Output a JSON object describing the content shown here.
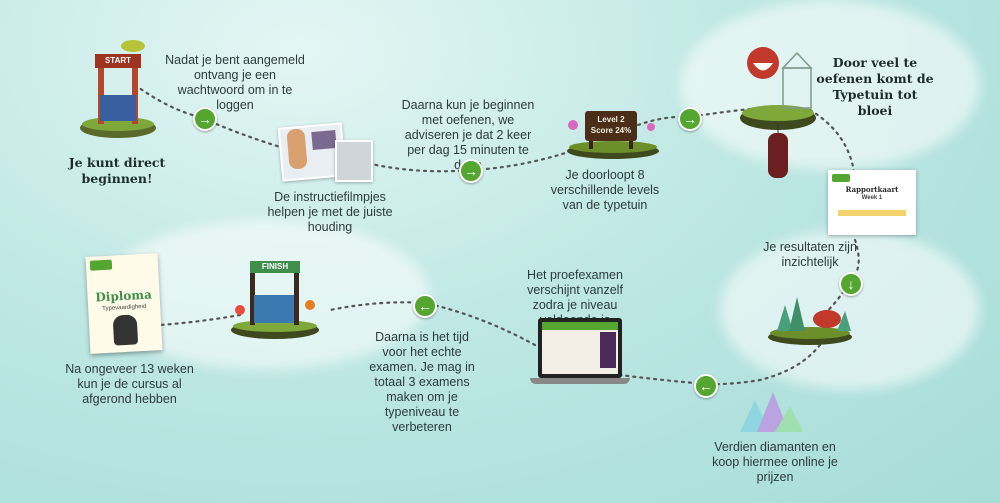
{
  "steps": {
    "start_label": "START",
    "step1": "Nadat je bent aangemeld ontvang je een wachtwoord om in te loggen",
    "start_caption": "Je kunt direct beginnen!",
    "step2": "De instructiefilmpjes helpen je met de juiste houding",
    "step3": "Daarna kun je beginnen met oefenen, we adviseren je dat 2 keer per dag 15 minuten te doen",
    "level_sign_line1": "Level 2",
    "level_sign_line2": "Score 24%",
    "step4": "Je doorloopt 8 verschillende levels van de typetuin",
    "bloom_caption": "Door veel te oefenen komt de Typetuin tot bloei",
    "report_title": "Rapportkaart",
    "report_week": "Week 1",
    "step5": "Je resultaten zijn inzichtelijk",
    "step6": "Verdien diamanten en koop hiermee online je prijzen",
    "step7": "Het proefexamen verschijnt vanzelf zodra je niveau voldoende is",
    "step8": "Daarna is het tijd voor het echte examen. Je mag in totaal 3 examens maken om je typeniveau te verbeteren",
    "finish_label": "FINISH",
    "diploma_title": "Diploma",
    "diploma_subtitle": "Typevaardigheid",
    "step9": "Na ongeveer 13 weken kun je de cursus al afgerond hebben"
  },
  "colors": {
    "arrow": "#55a630",
    "path": "#555555",
    "accent": "#c0392b"
  },
  "icons": [
    "arrow-right-icon",
    "arrow-down-icon",
    "arrow-left-icon"
  ]
}
